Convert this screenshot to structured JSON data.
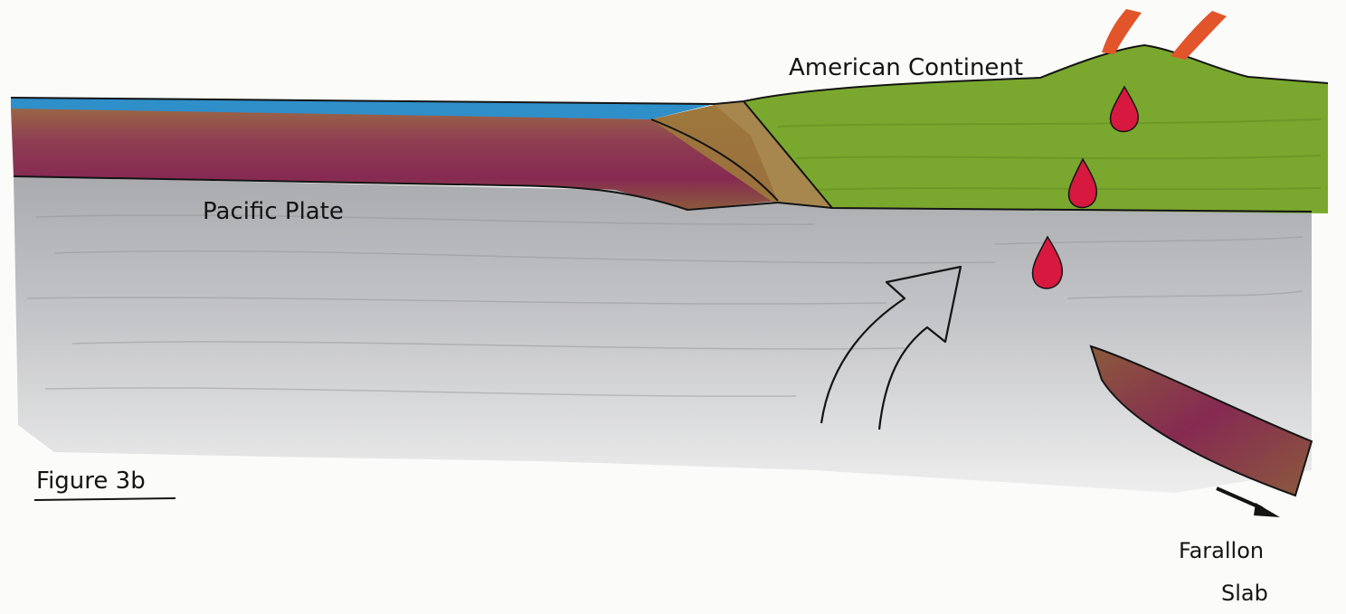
{
  "labels": {
    "american_continent": "American Continent",
    "pacific_plate": "Pacific Plate",
    "figure_caption": "Figure 3b",
    "farallon_line1": "Farallon",
    "farallon_line2": "Slab"
  },
  "colors": {
    "mantle": "#c9cacc",
    "mantle_dark": "#9fa1a4",
    "ocean": "#2f8fc9",
    "crust_brown": "#8b5a3c",
    "crust_purple": "#8a2b55",
    "continent_green": "#7aa82e",
    "magma_red": "#d7193f",
    "volcano_smoke": "#e2542a",
    "ink": "#141414"
  },
  "icons": {
    "arrow": "upwelling-arrow-icon",
    "magma": "magma-drop-icon",
    "motion": "slab-motion-arrow-icon"
  }
}
